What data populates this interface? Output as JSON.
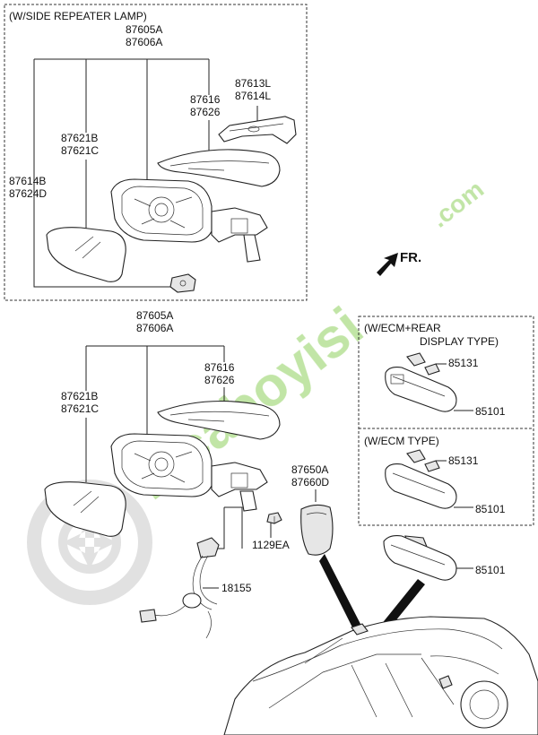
{
  "watermark": {
    "main": "mcaboyisi",
    "suffix": ".com",
    "color_green": "#7dc242",
    "color_blue": "#1a6fb0"
  },
  "direction": {
    "label": "FR."
  },
  "side_repeater_section": {
    "heading": "(W/SIDE REPEATER LAMP)",
    "labels": {
      "assembly_a": "87605A",
      "assembly_b": "87606A",
      "cap_a": "87613L",
      "cap_b": "87614L",
      "cover_a": "87616",
      "cover_b": "87626",
      "glass_a": "87621B",
      "glass_b": "87621C",
      "motor_a": "87614B",
      "motor_b": "87624D"
    }
  },
  "standard_section": {
    "labels": {
      "assembly_a": "87605A",
      "assembly_b": "87606A",
      "cover_a": "87616",
      "cover_b": "87626",
      "glass_a": "87621B",
      "glass_b": "87621C",
      "mount_cover_a": "87650A",
      "mount_cover_b": "87660D",
      "bolt": "1129EA",
      "harness": "18155"
    }
  },
  "ecm_rear_display_section": {
    "heading_line1": "(W/ECM+REAR",
    "heading_line2": "DISPLAY TYPE)",
    "label_bracket": "85131",
    "label_mirror": "85101"
  },
  "ecm_section": {
    "heading": "(W/ECM TYPE)",
    "label_bracket": "85131",
    "label_mirror": "85101"
  },
  "base_mirror": {
    "label_mirror": "85101"
  }
}
